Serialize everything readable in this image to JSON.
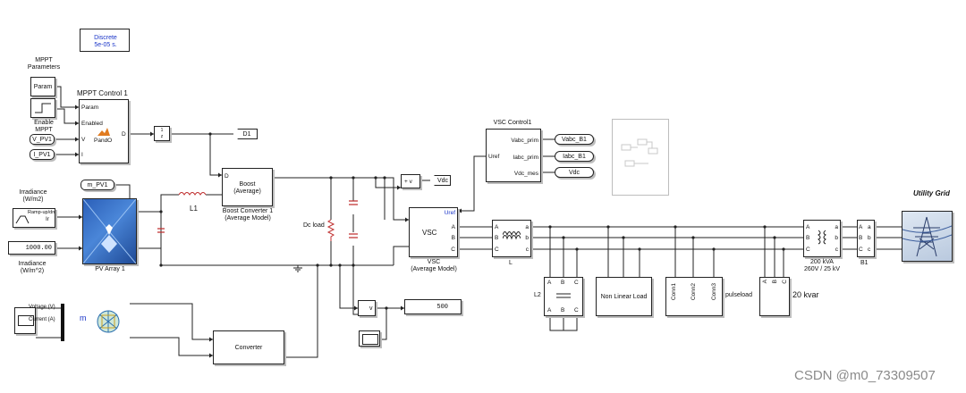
{
  "solver": {
    "line1": "Discrete",
    "line2": "5e-05 s."
  },
  "mppt_params": {
    "title_line1": "MPPT",
    "title_line2": "Parameters",
    "block_label": "Param"
  },
  "enable": {
    "label_line1": "Enable",
    "label_line2": "MPPT"
  },
  "inputs": {
    "v_pv1": "V_PV1",
    "i_pv1": "I_PV1",
    "m_pv1": "m_PV1"
  },
  "mppt_control": {
    "title": "MPPT Control 1",
    "ports_in": [
      "Param",
      "Enabled",
      "V",
      "I"
    ],
    "port_out": "D",
    "algo": "PandO"
  },
  "gain": {
    "num": "1",
    "den": "z"
  },
  "tags": {
    "d1": "D1",
    "vdc": "Vdc",
    "vabc_b1": "Vabc_B1",
    "iabc_b1": "Iabc_B1",
    "vdc_in": "Vdc"
  },
  "boost": {
    "inner_line1": "Boost",
    "inner_line2": "(Average)",
    "port_d": "D",
    "label_line1": "Boost Converter 1",
    "label_line2": "(Average Model)"
  },
  "inductor": {
    "label": "L1"
  },
  "irradiance_src": {
    "title_line1": "Irradiance",
    "title_line2": "(W/m2)",
    "block": "Ramp-up/dn",
    "port": "Ir"
  },
  "irradiance_display": {
    "value": "1000.00",
    "label_line1": "Irradiance",
    "label_line2": "(W/m^2)"
  },
  "pv": {
    "label": "PV Array 1"
  },
  "dc_load": {
    "label": "Dc load"
  },
  "vsc_control": {
    "title": "VSC Control1",
    "ports_in": [
      "Vabc_prim",
      "Iabc_prim",
      "Vdc_mes"
    ],
    "port_out": "Uref"
  },
  "vsc": {
    "port_uref": "Uref",
    "inner": "VSC",
    "ports": [
      "A",
      "B",
      "C"
    ],
    "label_line1": "VSC",
    "label_line2": "(Average Model)"
  },
  "display_500": {
    "value": "500"
  },
  "voltmeter": {
    "label": "v"
  },
  "scope": {
    "label_voltage": "Voltage (V)",
    "label_current": "Current (A)",
    "m_label": "m"
  },
  "converter": {
    "label": "Converter"
  },
  "filter_l": {
    "label": "L",
    "ports_in": [
      "A",
      "B",
      "C"
    ],
    "ports_out": [
      "a",
      "b",
      "c"
    ]
  },
  "filter_l2": {
    "label": "L2",
    "ports": [
      "A",
      "B",
      "C"
    ]
  },
  "nonlinear": {
    "label": "Non Linear Load"
  },
  "pulse_load": {
    "conns": [
      "Conn1",
      "Conn2",
      "Conn3"
    ],
    "label": "pulseload"
  },
  "capbank": {
    "label": "20 kvar",
    "ports": [
      "A",
      "B",
      "C"
    ]
  },
  "transformer": {
    "label_line1": "200 kVA",
    "label_line2": "260V / 25 kV",
    "ports_in": [
      "A",
      "B",
      "C"
    ],
    "ports_out": [
      "a",
      "b",
      "c"
    ]
  },
  "bus_b1": {
    "label": "B1",
    "ports_in": [
      "A",
      "B",
      "C"
    ],
    "ports_out": [
      "a",
      "b",
      "c"
    ]
  },
  "grid": {
    "label": "Utility Grid"
  },
  "watermark": "CSDN @m0_73309507"
}
